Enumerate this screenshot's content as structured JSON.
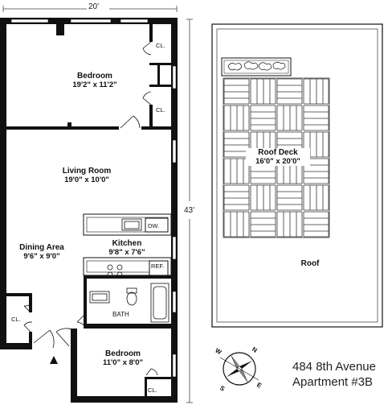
{
  "plan": {
    "overall_width": "20'",
    "overall_length": "43'",
    "address_line1": "484 8th Avenue",
    "address_line2": "Apartment #3B"
  },
  "rooms": {
    "bedroom1": {
      "name": "Bedroom",
      "dims": "19'2\" x 11'2\""
    },
    "living": {
      "name": "Living Room",
      "dims": "19'0\" x 10'0\""
    },
    "dining": {
      "name": "Dining Area",
      "dims": "9'6\" x 9'0\""
    },
    "kitchen": {
      "name": "Kitchen",
      "dims": "9'8\" x 7'6\""
    },
    "bath": {
      "name": "BATH"
    },
    "bedroom2": {
      "name": "Bedroom",
      "dims": "11'0\" x 8'0\""
    },
    "roof_deck": {
      "name": "Roof Deck",
      "dims": "16'0\" x 20'0\""
    },
    "roof": {
      "name": "Roof"
    }
  },
  "fixtures": {
    "closet": "CL.",
    "dishwasher": "DW.",
    "refrigerator": "REF."
  },
  "compass": {
    "west": "W",
    "east": "E",
    "north": "N",
    "south": "S"
  }
}
